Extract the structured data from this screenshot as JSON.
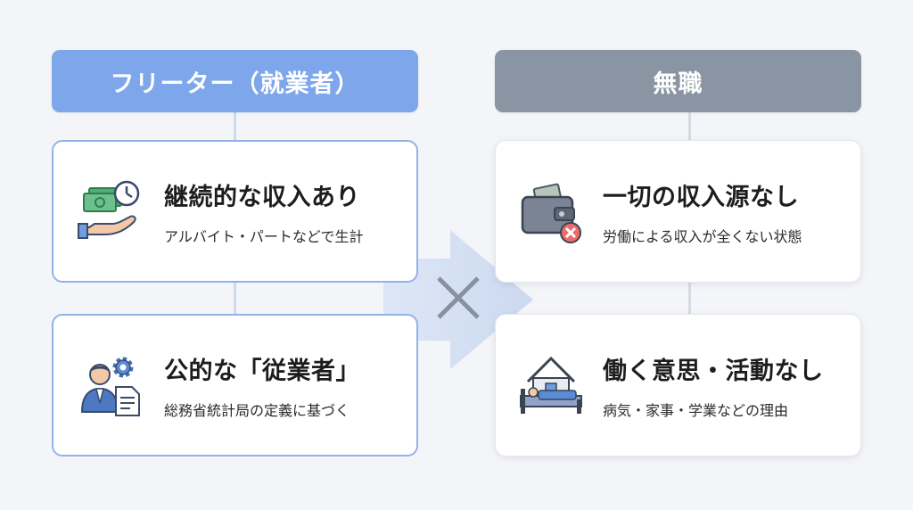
{
  "left": {
    "header": "フリーター（就業者）",
    "cards": [
      {
        "title": "継続的な収入あり",
        "subtitle": "アルバイト・パートなどで生計",
        "icon": "money-hand-clock-icon"
      },
      {
        "title": "公的な「従業者」",
        "subtitle": "総務省統計局の定義に基づく",
        "icon": "worker-gear-document-icon"
      }
    ]
  },
  "right": {
    "header": "無職",
    "cards": [
      {
        "title": "一切の収入源なし",
        "subtitle": "労働による収入が全くない状態",
        "icon": "empty-wallet-icon"
      },
      {
        "title": "働く意思・活動なし",
        "subtitle": "病気・家事・学業などの理由",
        "icon": "house-bed-icon"
      }
    ]
  },
  "separator": "✕",
  "colors": {
    "left_header": "#7ea6eb",
    "right_header": "#8a95a3",
    "left_border": "#93b3e8",
    "background": "#f3f5f9"
  }
}
